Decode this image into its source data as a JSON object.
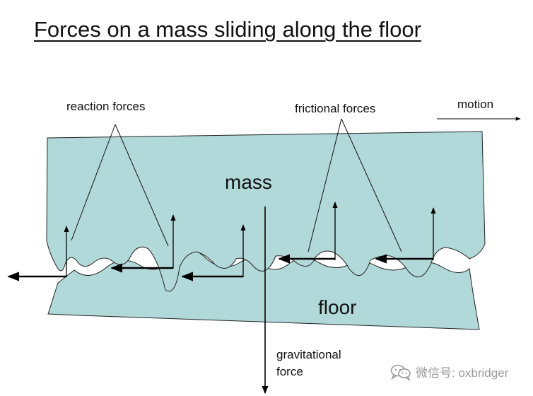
{
  "title": "Forces on a mass sliding along the floor",
  "labels": {
    "reaction_forces": "reaction forces",
    "frictional_forces": "frictional forces",
    "motion": "motion",
    "mass": "mass",
    "floor": "floor",
    "gravitational_force_line1": "gravitational",
    "gravitational_force_line2": "force"
  },
  "watermark": {
    "text": "微信号: oxbridger",
    "icon": "wechat-icon"
  },
  "colors": {
    "block_fill": "#b2d9d9",
    "outline": "#222222",
    "arrow": "#000000",
    "watermark": "#9a9a9a"
  }
}
